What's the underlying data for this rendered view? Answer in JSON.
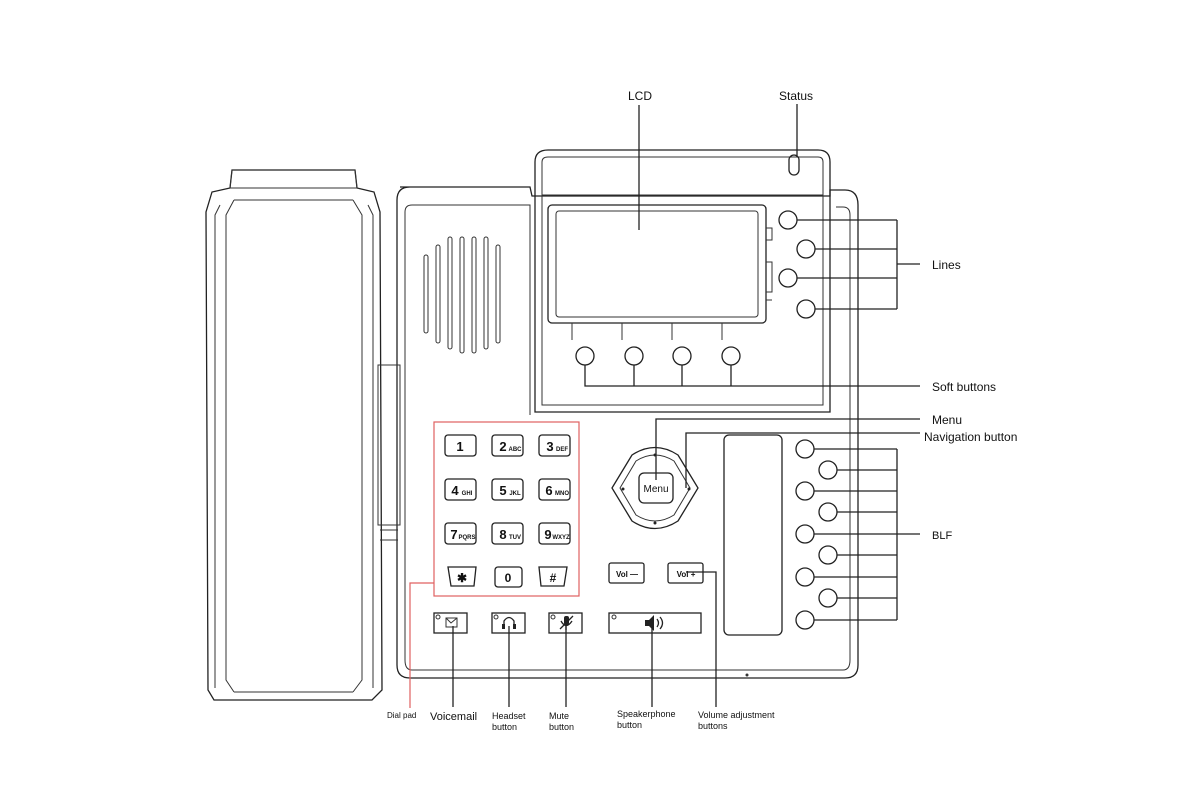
{
  "labels": {
    "lcd": "LCD",
    "status": "Status",
    "lines": "Lines",
    "soft_buttons": "Soft buttons",
    "menu": "Menu",
    "navigation_button": "Navigation  button",
    "blf": "BLF",
    "dial_pad": "Dial pad",
    "voicemail": "Voicemail",
    "headset_line1": "Headset",
    "headset_line2": "button",
    "mute_line1": "Mute",
    "mute_line2": "button",
    "speakerphone_line1": "Speakerphone",
    "speakerphone_line2": "button",
    "volume_line1": "Volume  adjustment",
    "volume_line2": "buttons"
  },
  "keys": {
    "k1": "1",
    "k2": "2",
    "k2s": "ABC",
    "k3": "3",
    "k3s": "DEF",
    "k4": "4",
    "k4s": "GHI",
    "k5": "5",
    "k5s": "JKL",
    "k6": "6",
    "k6s": "MNO",
    "k7": "7",
    "k7s": "PQRS",
    "k8": "8",
    "k8s": "TUV",
    "k9": "9",
    "k9s": "WXYZ",
    "kstar": "✱",
    "k0": "0",
    "khash": "#"
  },
  "controls": {
    "menu_key": "Menu",
    "vol_minus": "Vol —",
    "vol_plus": "Vol +"
  }
}
